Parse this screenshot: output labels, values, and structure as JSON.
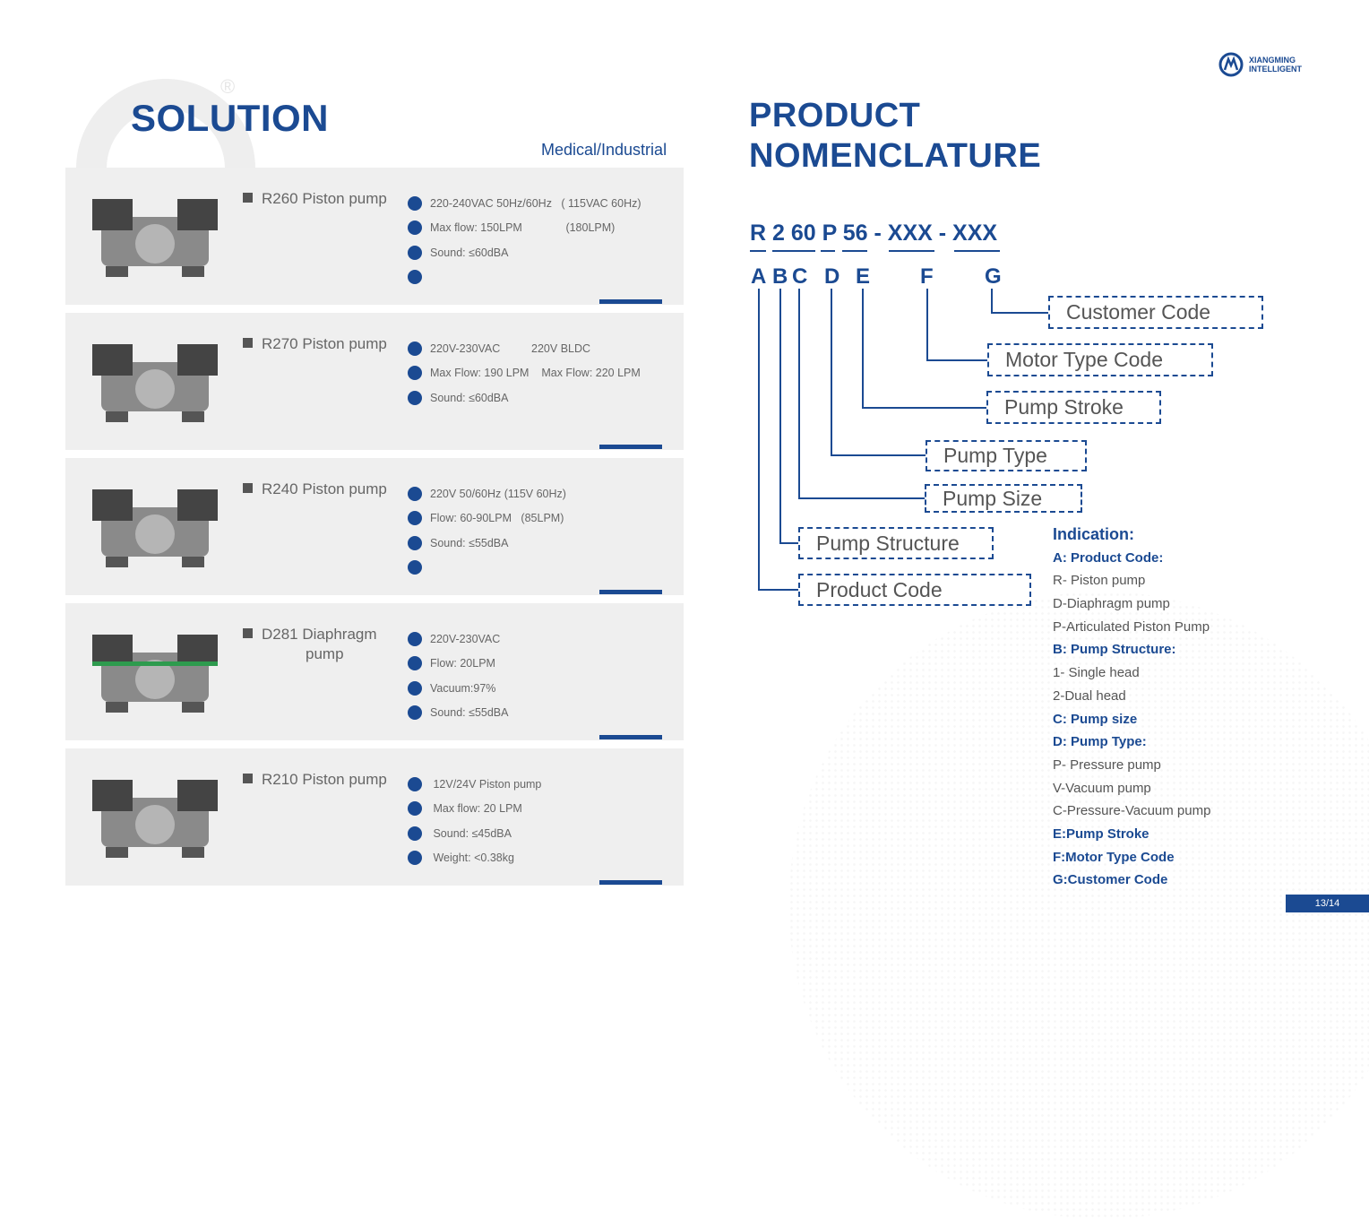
{
  "left": {
    "title": "SOLUTION",
    "subtitle": "Medical/Industrial",
    "registered": "®",
    "products": [
      {
        "name": "R260 Piston pump",
        "specs": [
          "220-240VAC 50Hz/60Hz   ( 115VAC 60Hz)",
          "Max flow: 150LPM              (180LPM)",
          "Sound: ≤60dBA",
          ""
        ]
      },
      {
        "name": "R270 Piston pump",
        "specs": [
          "220V-230VAC          220V BLDC",
          "Max Flow: 190 LPM    Max Flow: 220 LPM",
          "Sound: ≤60dBA"
        ]
      },
      {
        "name": "R240 Piston pump",
        "specs": [
          "220V 50/60Hz (115V 60Hz)",
          "Flow: 60-90LPM   (85LPM)",
          "Sound: ≤55dBA",
          ""
        ]
      },
      {
        "name": "D281 Diaphragm",
        "name2": "pump",
        "specs": [
          "220V-230VAC",
          "Flow: 20LPM",
          "Vacuum:97%",
          "Sound: ≤55dBA"
        ]
      },
      {
        "name": "R210 Piston pump",
        "specs": [
          " 12V/24V Piston pump",
          " Max flow: 20 LPM",
          " Sound: ≤45dBA",
          " Weight: <0.38kg"
        ]
      }
    ]
  },
  "right": {
    "title1": "PRODUCT",
    "title2": "NOMENCLATURE",
    "code": "R 2 60 P 56 - XXX - XXX",
    "letters": [
      "A",
      "B",
      "C",
      "D",
      "E",
      "F",
      "G"
    ],
    "boxes": [
      "Customer Code",
      "Motor Type Code",
      "Pump Stroke",
      "Pump Type",
      "Pump Size",
      "Pump Structure",
      "Product Code"
    ],
    "indication": [
      "Indication:",
      "A:  Product Code:",
      "R- Piston pump",
      "D-Diaphragm pump",
      "P-Articulated Piston Pump",
      "B:  Pump Structure:",
      "1- Single head",
      "2-Dual head",
      "C: Pump size",
      "D: Pump Type:",
      "P- Pressure pump",
      "V-Vacuum pump",
      "C-Pressure-Vacuum pump",
      "E:Pump Stroke",
      "F:Motor Type Code",
      "G:Customer Code"
    ]
  },
  "logo": {
    "line1": "XIANGMING",
    "line2": "INTELLIGENT"
  },
  "page": "13/14",
  "colors": {
    "brand": "#1b4a92",
    "panel": "#efefef"
  }
}
